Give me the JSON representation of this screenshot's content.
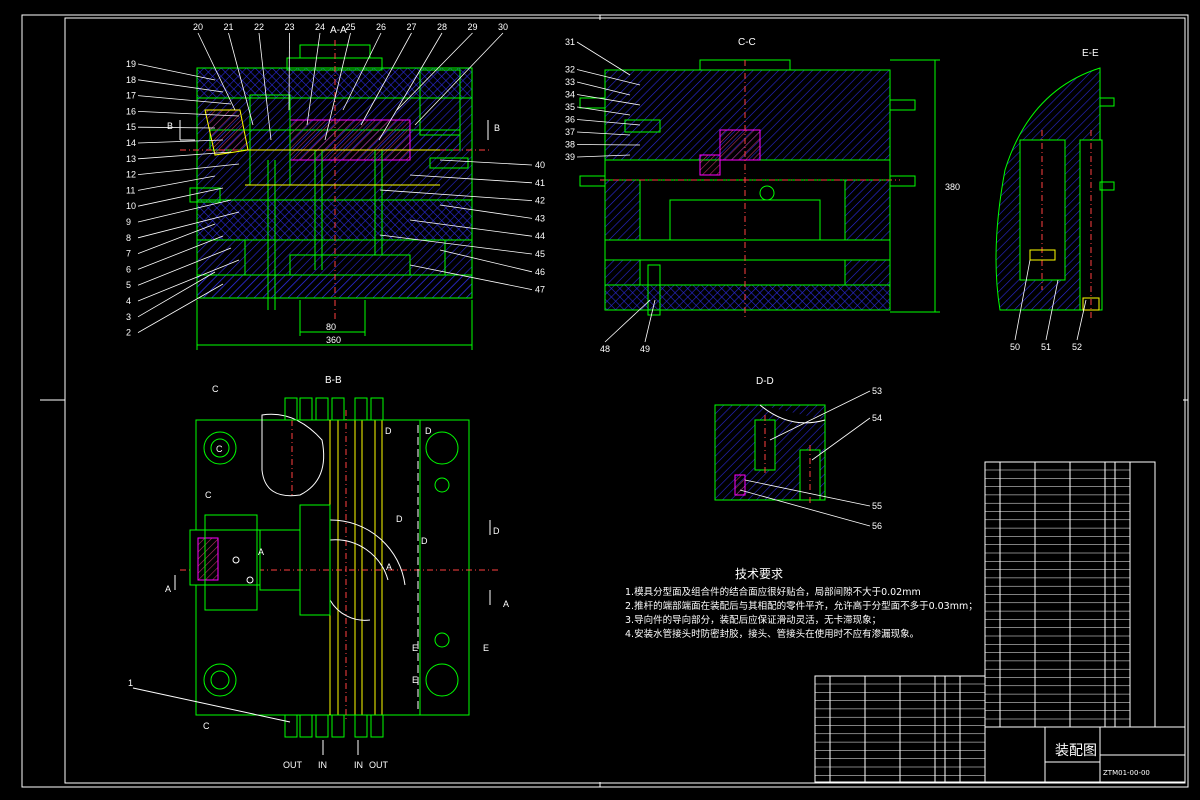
{
  "views": {
    "aa": "A-A",
    "cc": "C-C",
    "ee": "E-E",
    "bb": "B-B",
    "dd": "D-D"
  },
  "part_numbers_left": [
    "19",
    "18",
    "17",
    "16",
    "15",
    "14",
    "13",
    "12",
    "11",
    "10",
    "9",
    "8",
    "7",
    "6",
    "5",
    "4",
    "3",
    "2"
  ],
  "part_numbers_top": [
    "20",
    "21",
    "22",
    "23",
    "24",
    "25",
    "26",
    "27",
    "28",
    "29",
    "30"
  ],
  "part_numbers_right": [
    "40",
    "41",
    "42",
    "43",
    "44",
    "45",
    "46",
    "47"
  ],
  "part_numbers_cc": [
    "31",
    "32",
    "33",
    "34",
    "35",
    "36",
    "37",
    "38",
    "39"
  ],
  "part_numbers_cc_bottom": [
    "48",
    "49"
  ],
  "part_numbers_ee": [
    "50",
    "51",
    "52"
  ],
  "part_numbers_dd": [
    "53",
    "54",
    "55",
    "56"
  ],
  "bb_label_1": "1",
  "dims": {
    "aa_width": "360",
    "aa_inner": "80",
    "cc_height": "380"
  },
  "section_marks": {
    "b": "B",
    "c": "C",
    "d": "D",
    "a": "A",
    "e": "E"
  },
  "water": {
    "out1": "OUT",
    "in1": "IN",
    "in2": "IN",
    "out2": "OUT"
  },
  "requirements": {
    "title": "技术要求",
    "lines": [
      "1.模具分型面及组合件的结合面应很好贴合，局部间隙不大于0.02mm",
      "2.推杆的端部端面在装配后与其相配的零件平齐，允许高于分型面不多于0.03mm；",
      "3.导向件的导向部分，装配后应保证滑动灵活，无卡滞现象；",
      "4.安装水管接头时防密封胶，接头、管接头在使用时不应有渗漏现象。"
    ]
  },
  "title_block": {
    "drawing_name": "装配图",
    "drawing_no": "ZTM01-00-00"
  },
  "colors": {
    "outline": "#00ff00",
    "text": "#ffffff",
    "hatch": "#3030ff",
    "centerline": "#ff4040",
    "highlight": "#ffff00",
    "accent": "#ff00ff"
  }
}
